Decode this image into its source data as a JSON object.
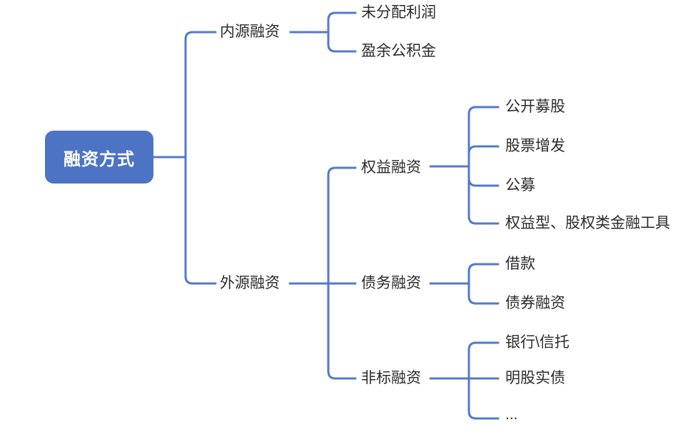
{
  "diagram": {
    "type": "mindmap",
    "root": {
      "label": "融资方式"
    },
    "branches": {
      "internal": {
        "label": "内源融资",
        "children": [
          {
            "label": "未分配利润"
          },
          {
            "label": "盈余公积金"
          }
        ]
      },
      "external": {
        "label": "外源融资",
        "children": [
          {
            "label": "权益融资",
            "children": [
              {
                "label": "公开募股"
              },
              {
                "label": "股票增发"
              },
              {
                "label": "公募"
              },
              {
                "label": "权益型、股权类金融工具"
              }
            ]
          },
          {
            "label": "债务融资",
            "children": [
              {
                "label": "借款"
              },
              {
                "label": "债券融资"
              }
            ]
          },
          {
            "label": "非标融资",
            "children": [
              {
                "label": "银行\\信托"
              },
              {
                "label": "明股实债"
              },
              {
                "label": "..."
              }
            ]
          }
        ]
      }
    },
    "colors": {
      "connector": "#5379cc",
      "root_fill": "#4d73c5",
      "root_text": "#ffffff",
      "node_text": "#2b2b2b",
      "background": "#ffffff"
    }
  }
}
